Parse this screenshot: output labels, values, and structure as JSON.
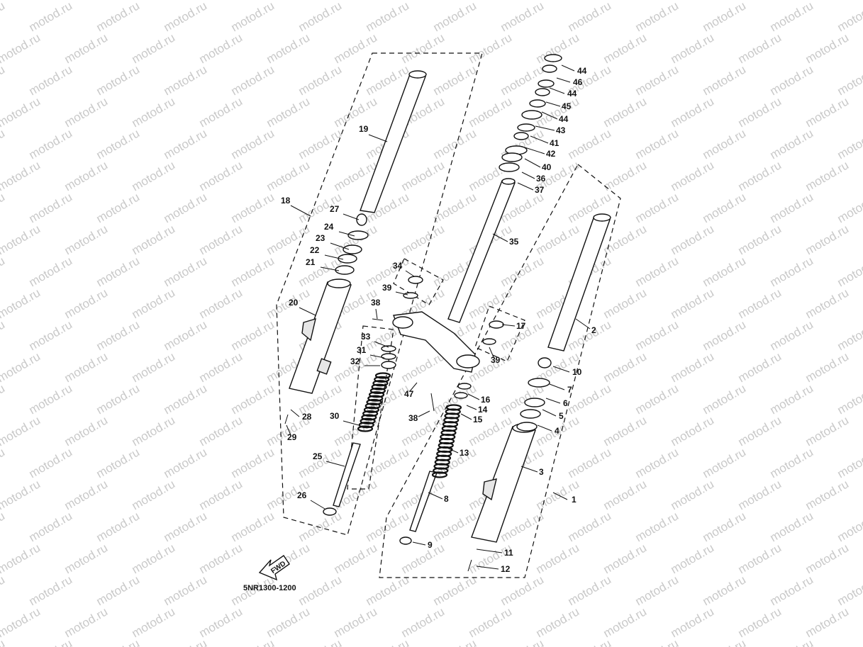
{
  "watermark": "motod.ru",
  "diagram_code": "5NR1300-1200",
  "fwd_label": "FWD",
  "callouts": [
    "1",
    "2",
    "3",
    "4",
    "5",
    "6",
    "7",
    "8",
    "9",
    "10",
    "11",
    "12",
    "13",
    "14",
    "15",
    "16",
    "17",
    "18",
    "19",
    "20",
    "21",
    "22",
    "23",
    "24",
    "25",
    "26",
    "27",
    "28",
    "29",
    "30",
    "31",
    "32",
    "33",
    "34",
    "35",
    "36",
    "37",
    "38",
    "38",
    "39",
    "39",
    "40",
    "41",
    "42",
    "43",
    "44",
    "44",
    "44",
    "45",
    "46",
    "47"
  ]
}
